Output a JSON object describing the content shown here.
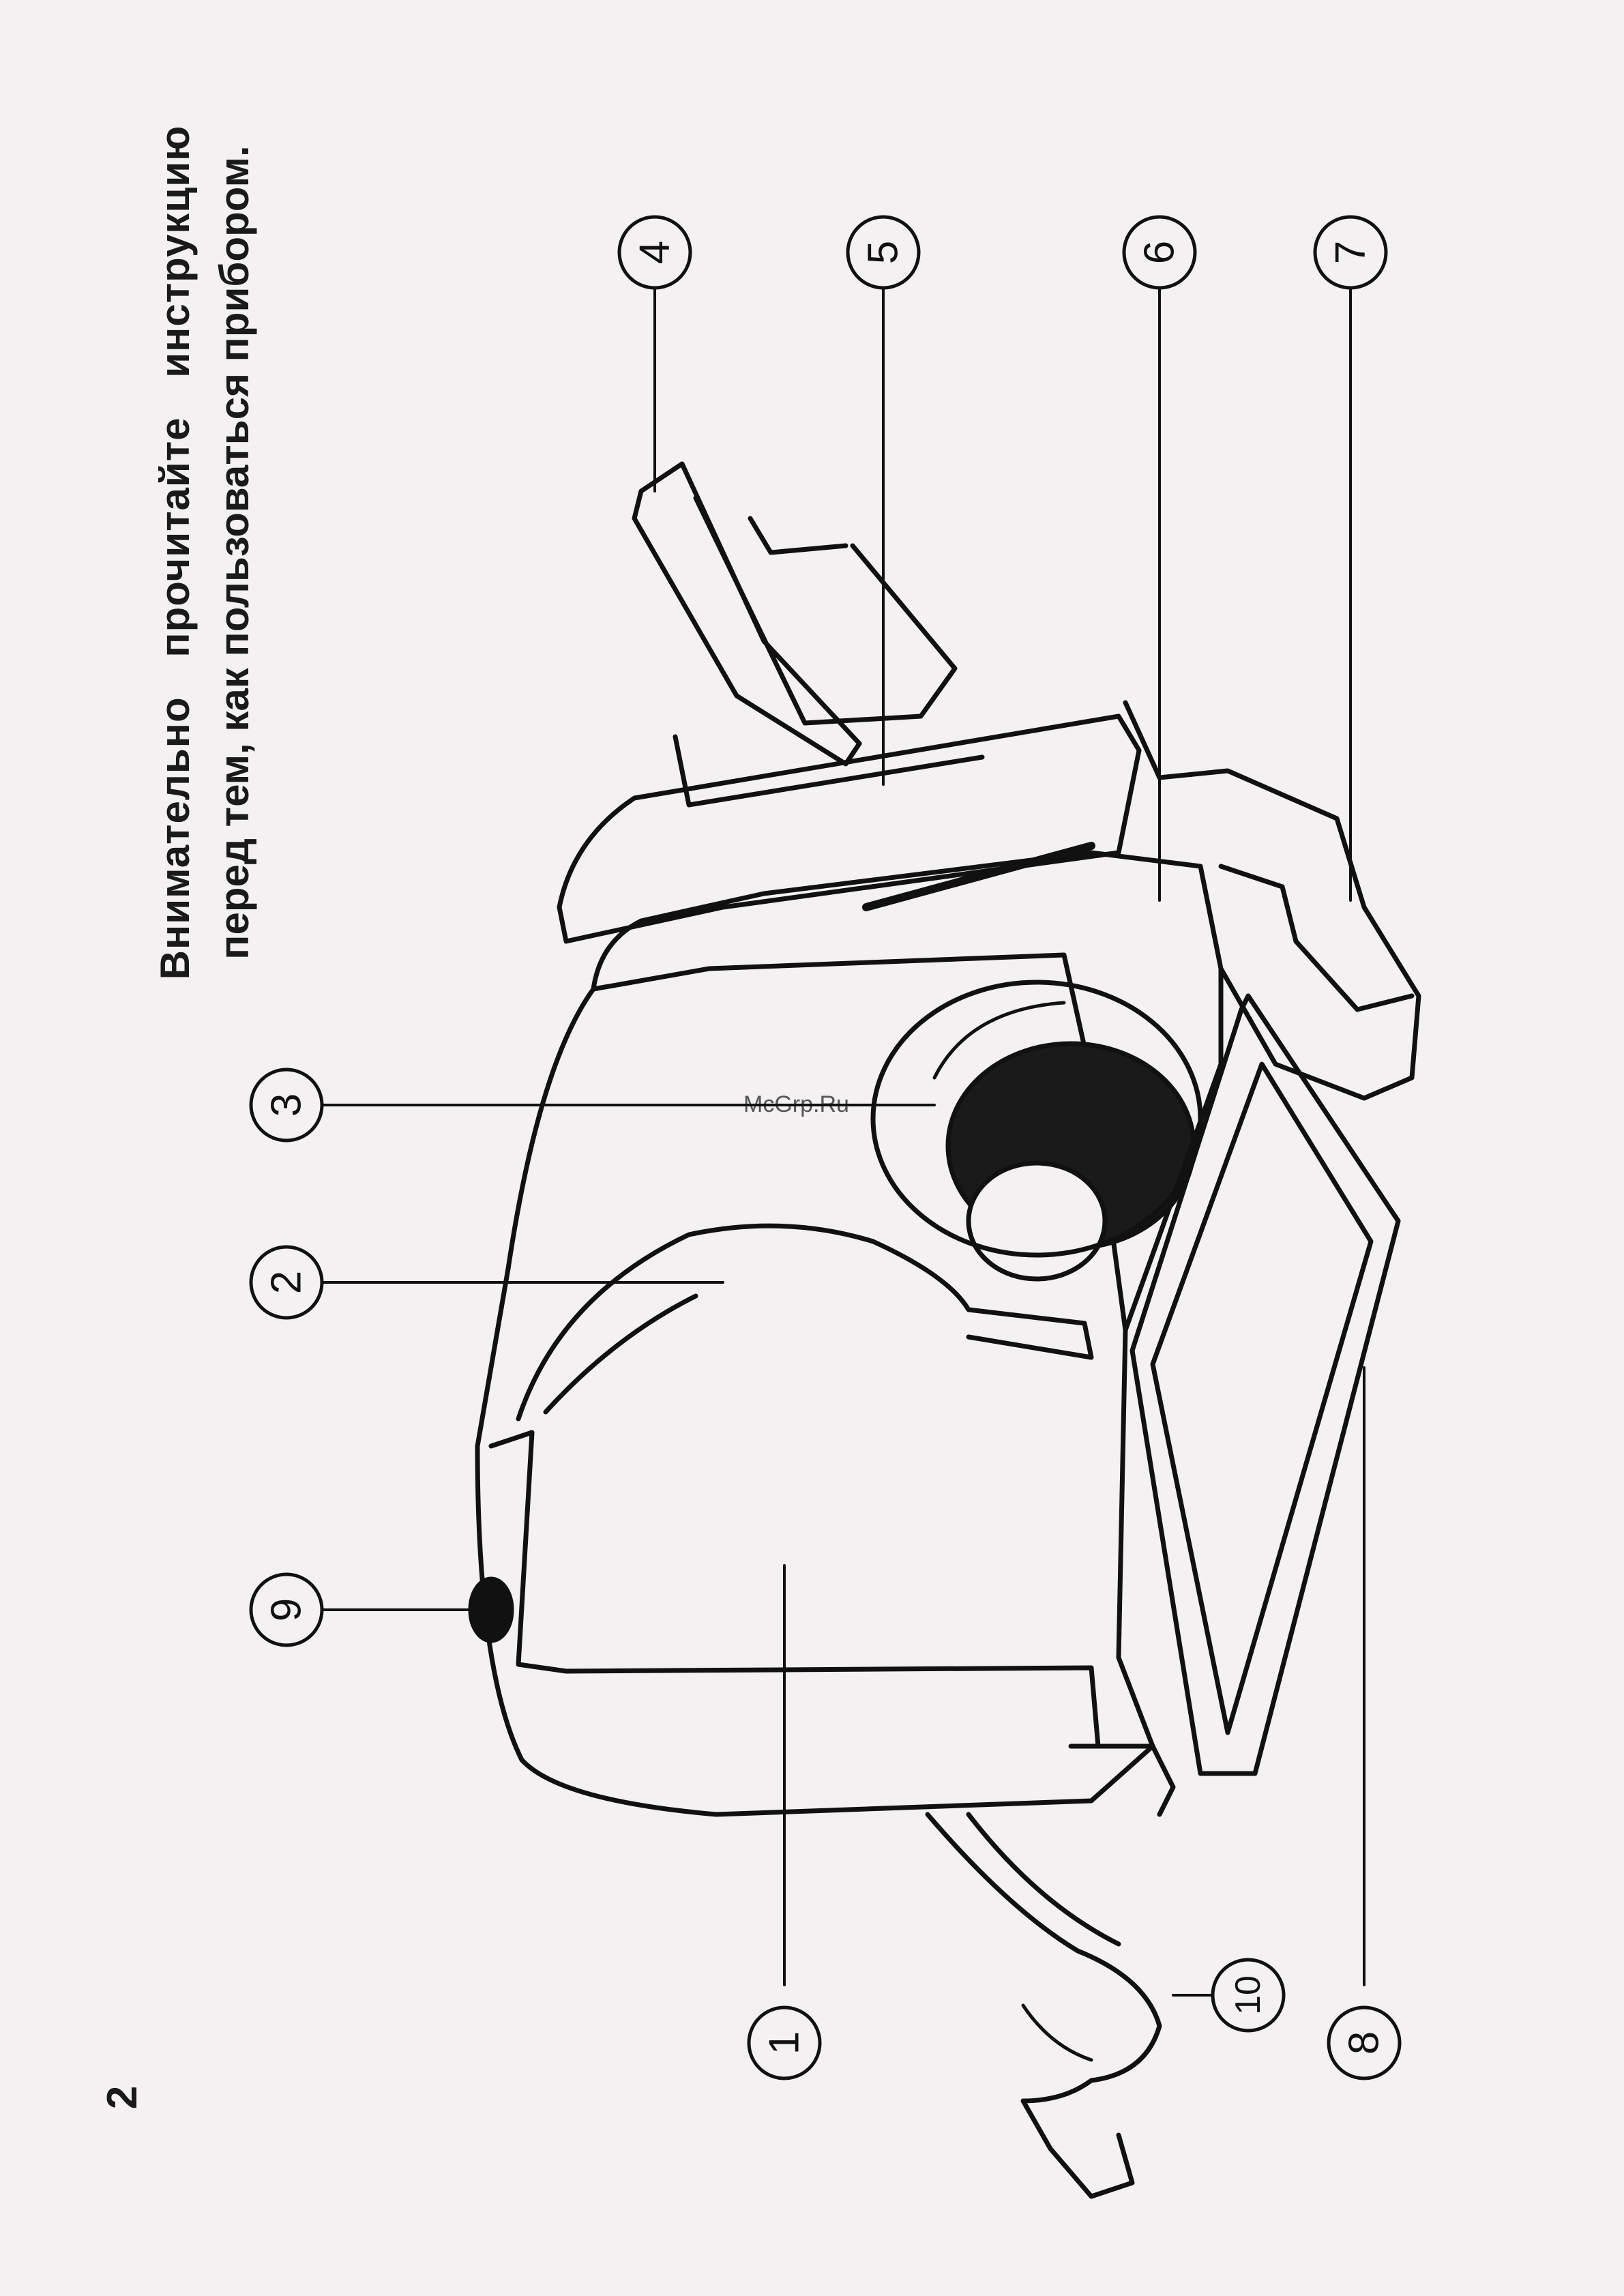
{
  "page_number": "2",
  "heading": {
    "line1": "Внимательно прочитайте инструкцию",
    "line2": "перед тем, как пользоваться прибором."
  },
  "watermark": "McGrp.Ru",
  "callouts": [
    "1",
    "2",
    "3",
    "4",
    "5",
    "6",
    "7",
    "8",
    "9",
    "10"
  ]
}
